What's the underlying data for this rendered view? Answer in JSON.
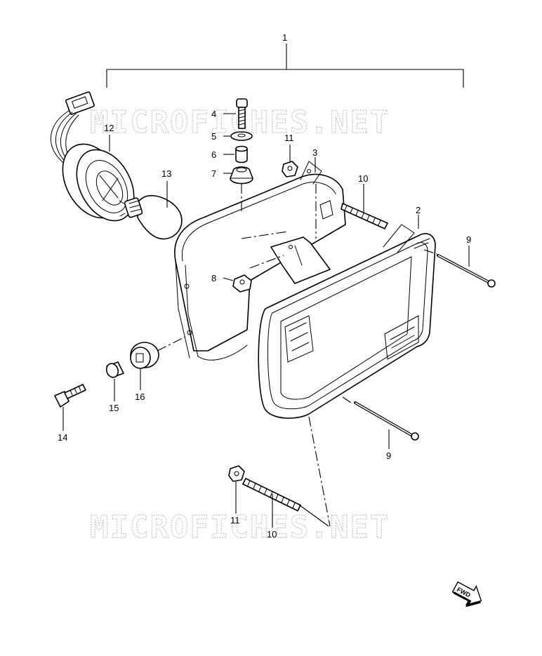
{
  "watermark": {
    "text": "MICROFICHES.NET"
  },
  "fwd": {
    "text": "FWD"
  },
  "callouts": {
    "c1": "1",
    "c2": "2",
    "c3": "3",
    "c4": "4",
    "c5": "5",
    "c6": "6",
    "c7": "7",
    "c8": "8",
    "c9a": "9",
    "c9b": "9",
    "c10a": "10",
    "c10b": "10",
    "c11a": "11",
    "c11b": "11",
    "c12": "12",
    "c13": "13",
    "c14": "14",
    "c15": "15",
    "c16": "16"
  }
}
